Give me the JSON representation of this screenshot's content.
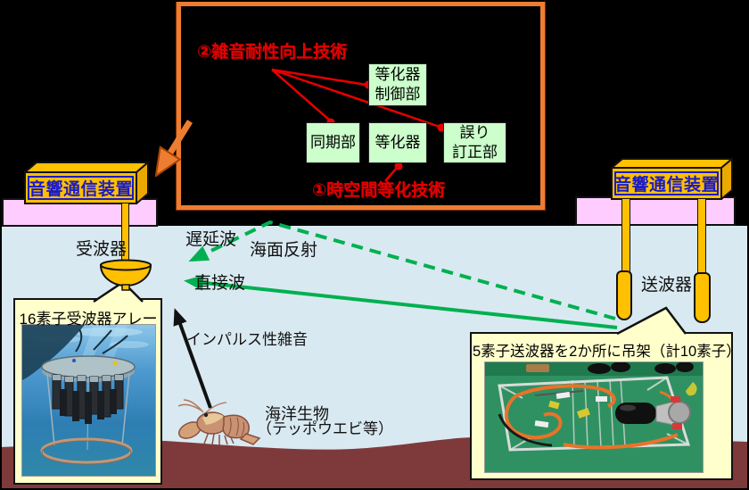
{
  "diagram": {
    "title_box": {
      "noise_tolerance_label": "②雑音耐性向上技術",
      "spatiotemporal_eq_label": "①時空間等化技術",
      "blocks": {
        "equalizer_control": "等化器\n制御部",
        "synchronizer": "同期部",
        "equalizer": "等化器",
        "error_correction": "誤り\n訂正部"
      }
    },
    "devices": {
      "left": "音響通信装置",
      "right": "音響通信装置"
    },
    "labels": {
      "receiver": "受波器",
      "transmitter": "送波器",
      "delayed_wave": "遅延波",
      "sea_surface_reflection": "海面反射",
      "direct_wave": "直接波",
      "impulse_noise": "インパルス性雑音",
      "marine_life": "海洋生物",
      "marine_life_example": "（テッポウエビ等）"
    },
    "callouts": {
      "receiver_array": "16素子受波器アレー",
      "transmitter_array": "5素子送波器を2か所に吊架（計10素子）"
    },
    "colors": {
      "accent_orange": "#ED7D31",
      "accent_red": "#E60000",
      "signal_green": "#00B050",
      "device_yellow": "#FFC000",
      "hull_pink": "#FFCCFF",
      "water_blue": "#D9E9F1",
      "seabed_maroon": "#7E3A3A",
      "callout_cream": "#FFFFCC",
      "block_green": "#CCFFCC",
      "device_text_blue": "#1A1AC8"
    }
  }
}
